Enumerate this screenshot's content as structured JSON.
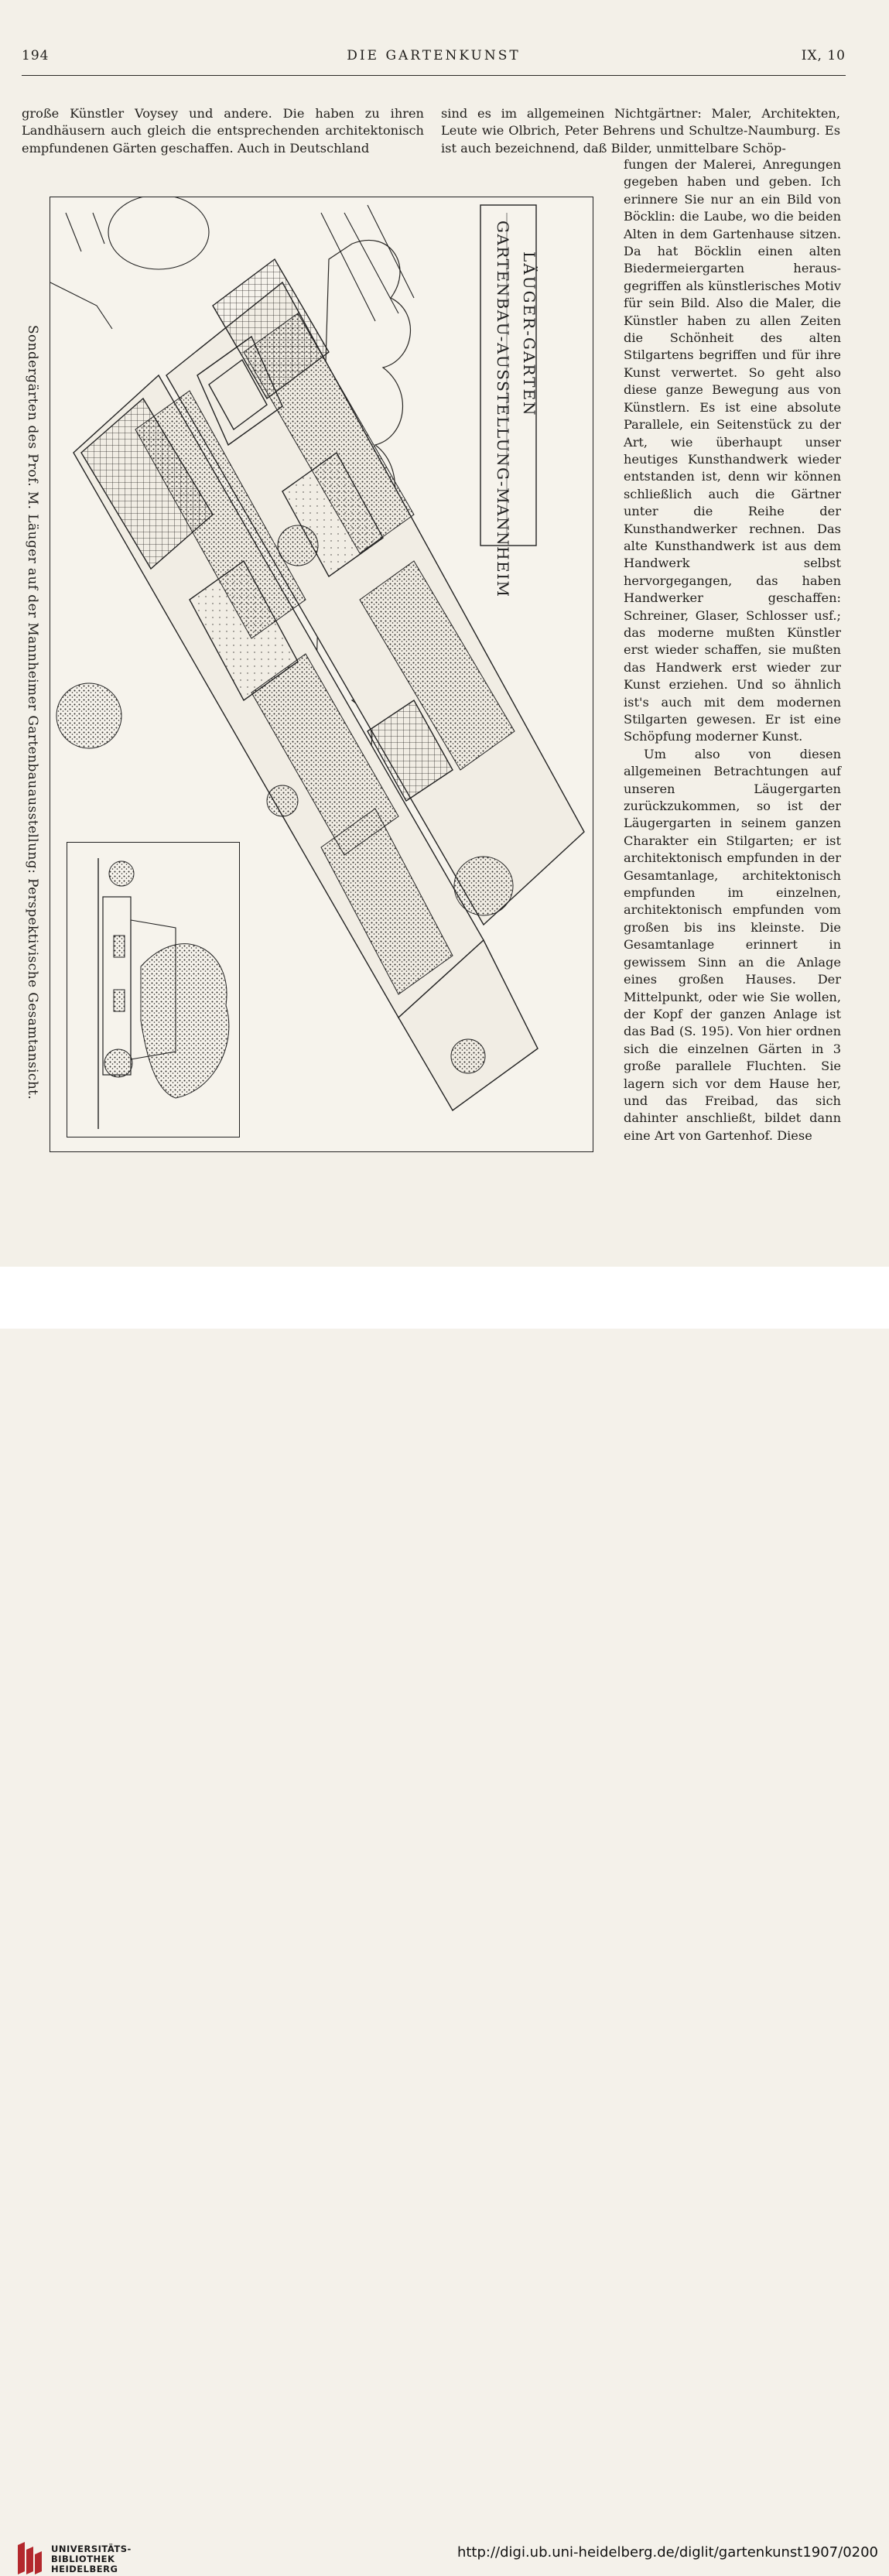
{
  "header": {
    "page_number": "194",
    "journal": "DIE GARTENKUNST",
    "issue": "IX, 10"
  },
  "column1": {
    "text": "große Künstler Voysey und andere. Die haben zu ihren Landhäusern auch gleich die entsprechenden architektonisch empfundenen Gärten geschaffen. Auch in Deutschland"
  },
  "column2_top": {
    "text": "sind es im allgemeinen Nichtgärtner: Maler, Architekten, Leute wie Olbrich, Peter Behrens und Schultze-Naumburg. Es ist auch bezeichnend, daß Bilder, unmittelbare Schöp-"
  },
  "column2": {
    "paragraph1": "fungen der Malerei, Anregungen gegeben haben und geben. Ich erinnere Sie nur an ein Bild von Böcklin: die Laube, wo die beiden Alten in dem Gartenhause sitzen. Da hat Böcklin einen alten Biedermeiergarten heraus-gegriffen als künstlerisches Motiv für sein Bild. Also die Maler, die Künstler haben zu allen Zeiten die Schönheit des alten Stilgartens begriffen und für ihre Kunst verwertet. So geht also diese ganze Bewegung aus von Künstlern. Es ist eine absolute Parallele, ein Seitenstück zu der Art, wie überhaupt unser heutiges Kunsthandwerk wieder entstanden ist, denn wir können schließlich auch die Gärtner unter die Reihe der Kunsthandwerker rechnen. Das alte Kunsthandwerk ist aus dem Handwerk selbst hervorgegangen, das haben Handwerker geschaffen: Schreiner, Glaser, Schlosser usf.; das moderne mußten Künstler erst wieder schaffen, sie mußten das Handwerk erst wieder zur Kunst erziehen. Und so ähnlich ist's auch mit dem modernen Stilgarten gewesen. Er ist eine Schöpfung moderner Kunst.",
    "paragraph2": "Um also von diesen allgemeinen Betrachtungen auf unseren Läugergarten zurückzukommen, so ist der Läugergarten in seinem ganzen Charakter ein Stilgarten; er ist architektonisch empfunden in der Gesamtanlage, architektonisch empfunden im einzelnen, architektonisch empfunden vom großen bis ins kleinste. Die Gesamtanlage erinnert in gewissem Sinn an die Anlage eines großen Hauses. Der Mittelpunkt, oder wie Sie wollen, der Kopf der ganzen Anlage ist das Bad (S. 195). Von hier ordnen sich die einzelnen Gärten in 3 große parallele Fluchten. Sie lagern sich vor dem Hause her, und das Freibad, das sich dahinter anschließt, bildet dann eine Art von Gartenhof. Diese"
  },
  "figure": {
    "title_line1": "GARTENBAU-AUSSTELLUNG-MANNHEIM",
    "title_line2": "LÄUGER-GARTEN",
    "caption": "Sondergärten des Prof. M. Läuger auf der Mannheimer Gartenbauausstellung: Perspektivische Gesamtansicht."
  },
  "footer": {
    "library_line1": "UNIVERSITÄTS-",
    "library_line2": "BIBLIOTHEK",
    "library_line3": "HEIDELBERG",
    "url": "http://digi.ub.uni-heidelberg.de/diglit/gartenkunst1907/0200"
  },
  "colors": {
    "paper": "#f3f0e8",
    "ink": "#1f1d1a",
    "logo_red": "#b3282d"
  }
}
